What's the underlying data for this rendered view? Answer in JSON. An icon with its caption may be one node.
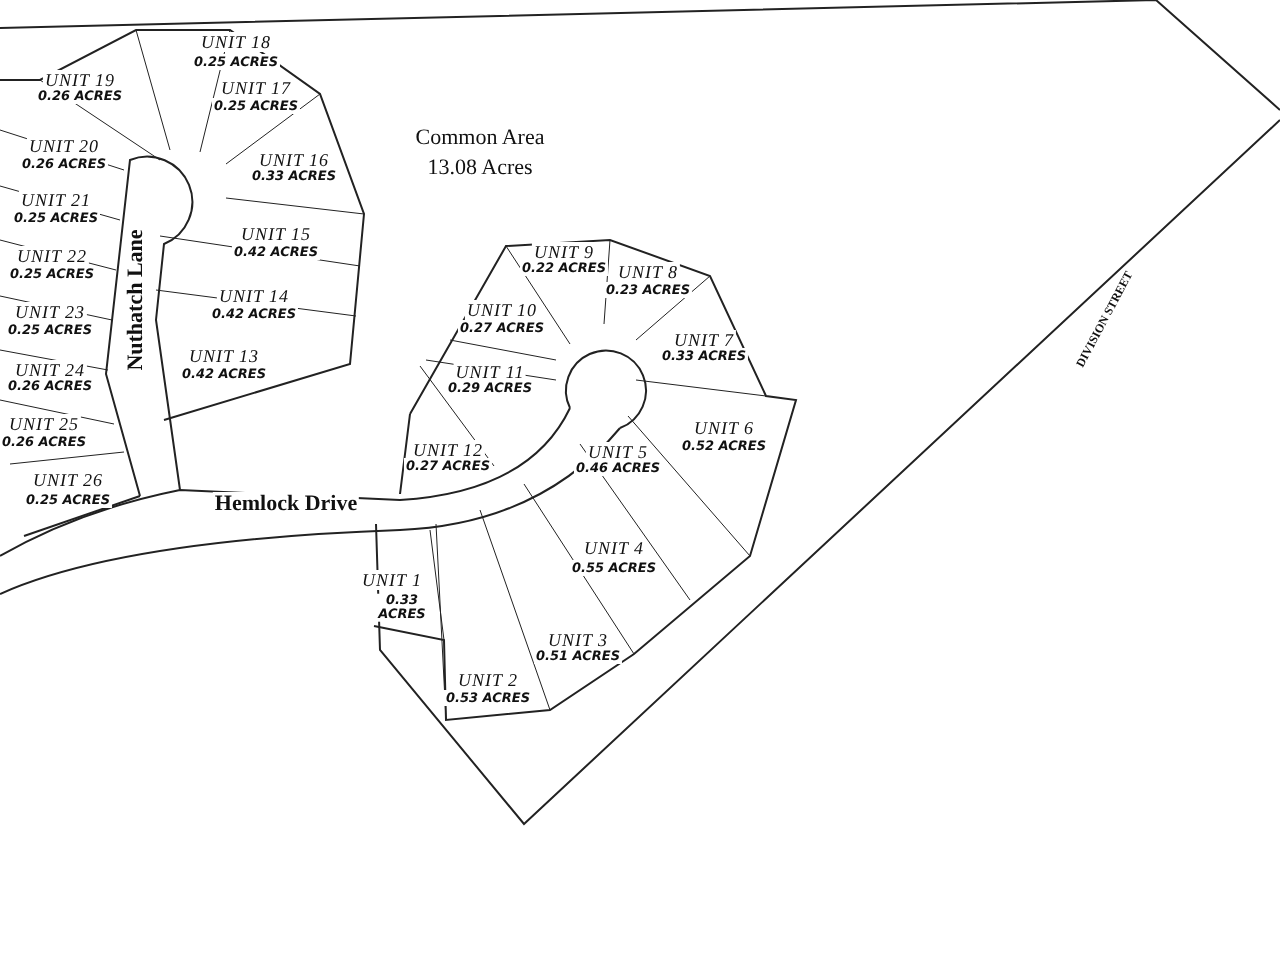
{
  "diagram": {
    "labels": [
      "UNIT 18",
      "0.25 ACRES",
      "UNIT 19",
      "0.26 ACRES",
      "UNIT 17",
      "0.25 ACRES",
      "Common Area",
      "13.08 Acres",
      "UNIT 20",
      "0.26 ACRES",
      "UNIT 16",
      "0.33 ACRES",
      "UNIT 21",
      "0.25 ACRES",
      "UNIT 15",
      "0.42 ACRES",
      "UNIT 9",
      "0.22 ACRES",
      "UNIT 8",
      "0.23 ACRES",
      "UNIT 22",
      "0.25 ACRES",
      "DIVISION STREET",
      "UNIT 14",
      "0.42 ACRES",
      "UNIT 10",
      "0.27 ACRES",
      "Nuthatch Lane",
      "UNIT 7",
      "0.33 ACRES",
      "UNIT 23",
      "0.25 ACRES",
      "UNIT 13",
      "0.42 ACRES",
      "UNIT 11",
      "0.29 ACRES",
      "UNIT 24",
      "0.26 ACRES",
      "UNIT 6",
      "0.52 ACRES",
      "UNIT 25",
      "0.26 ACRES",
      "UNIT 12",
      "0.27 ACRES",
      "UNIT 5",
      "0.46 ACRES",
      "UNIT 26",
      "0.25 ACRES",
      "Hemlock Drive",
      "UNIT 4",
      "0.55 ACRES",
      "UNIT 1",
      "0.33 ACRES",
      "UNIT 3",
      "0.51 ACRES",
      "UNIT 2",
      "0.53 ACRES"
    ]
  }
}
